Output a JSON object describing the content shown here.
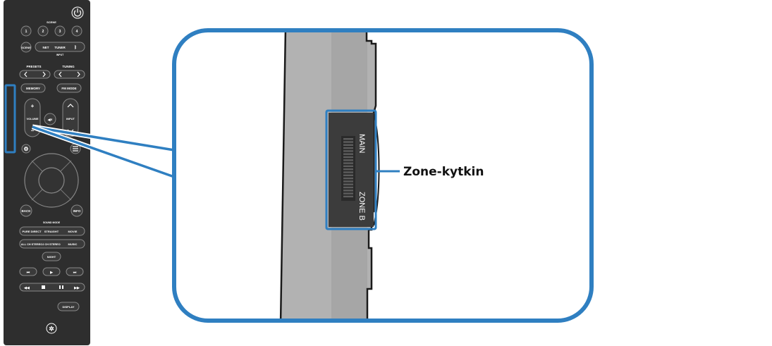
{
  "callout_label": "Zone-kytkin",
  "switch_labels": {
    "top": "MAIN",
    "bottom": "ZONE B"
  },
  "remote": {
    "section_labels": {
      "scene": "SCENE",
      "input": "INPUT",
      "presets": "PRESETS",
      "tuning": "TUNING",
      "sound_mode": "SOUND MODE"
    },
    "scene_buttons": [
      "1",
      "2",
      "3",
      "4"
    ],
    "scene_button": "SCENE",
    "net_button": "NET",
    "tuner_button": "TUNER",
    "bluetooth_icon": "bluetooth-icon",
    "memory_button": "MEMORY",
    "fm_mode_button": "FM MODE",
    "volume_label": "VOLUME",
    "volume_plus": "+",
    "volume_minus": "−",
    "input_label": "INPUT",
    "back_button": "BACK",
    "info_button": "INFO",
    "sound_mode_row1": [
      "PURE DIRECT",
      "STRAIGHT",
      "MOVIE"
    ],
    "sound_mode_row2": [
      "ALL CH STEREO",
      "2 CH STEREO",
      "MUSIC"
    ],
    "night_button": "NIGHT",
    "display_button": "DISPLAY"
  },
  "colors": {
    "accent_blue": "#2f7fc1",
    "remote_body": "#2e2e2e",
    "panel_gray": "#b2b2b2",
    "switch_dark": "#3c3c3c"
  }
}
